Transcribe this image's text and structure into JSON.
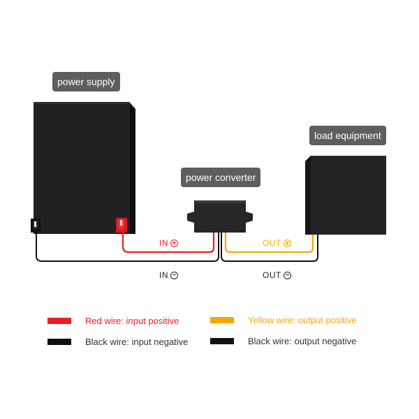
{
  "labels": {
    "power_supply": "power supply",
    "load_equipment": "load equipment",
    "power_converter": "power converter"
  },
  "wire_labels": {
    "in_plus": "IN",
    "in_minus": "IN",
    "out_plus": "OUT",
    "out_minus": "OUT"
  },
  "legend": [
    {
      "text": "Red wire: input positive",
      "color": "#ee1d23"
    },
    {
      "text": "Yellow wire: output positive",
      "color": "#f7a800"
    },
    {
      "text": "Black wire: input negative",
      "color": "#111111"
    },
    {
      "text": "Black wire: output negative",
      "color": "#111111"
    }
  ],
  "colors": {
    "red": "#ee1d23",
    "yellow": "#f7a800",
    "black": "#111111",
    "device": "#1f1f1f",
    "tag_bg": "#5e5e5e",
    "label_text": "#333333"
  },
  "icons": {
    "in_plus": "plus-circle-icon",
    "in_minus": "minus-circle-icon",
    "out_plus": "plus-circle-icon",
    "out_minus": "minus-circle-icon"
  }
}
